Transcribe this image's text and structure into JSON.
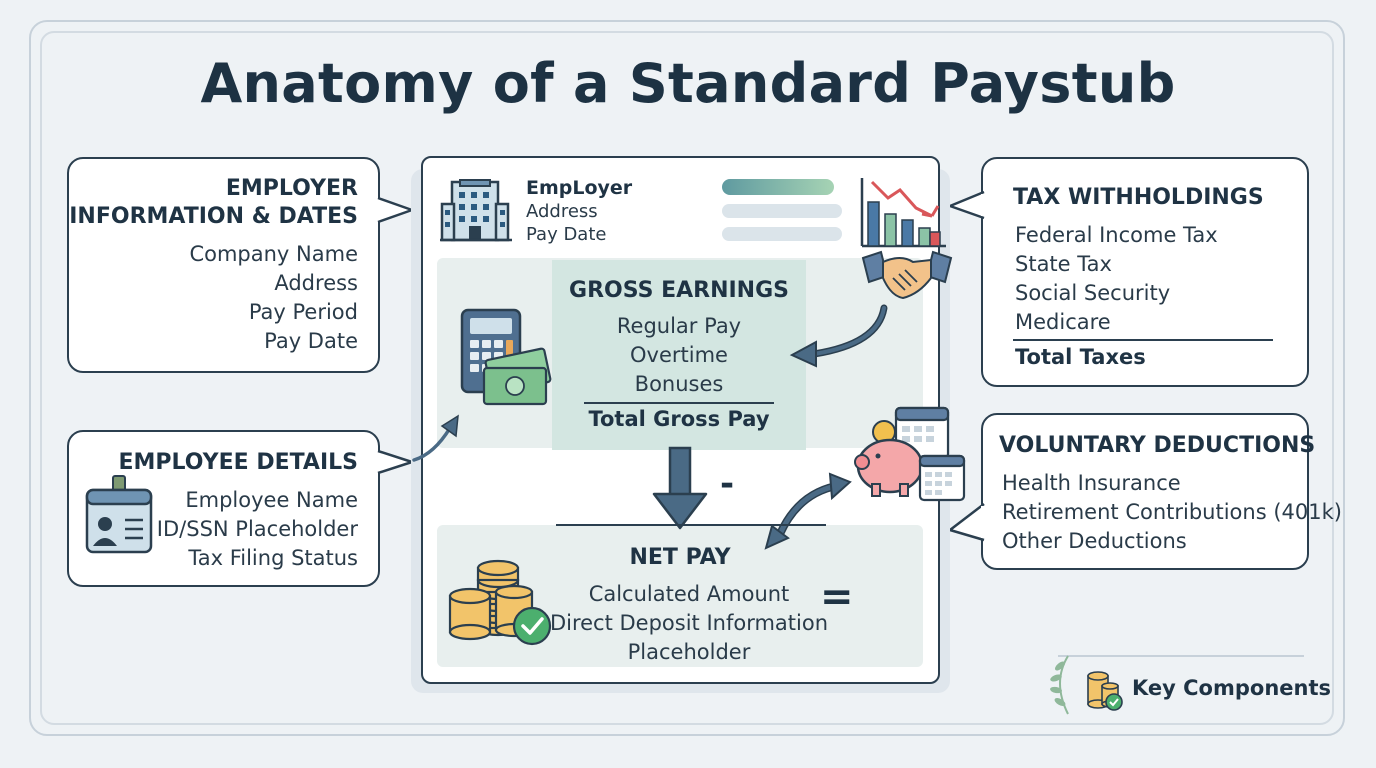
{
  "title": "Anatomy of a Standard Paystub",
  "employer_box": {
    "heading_line1": "EMPLOYER",
    "heading_line2": "INFORMATION & DATES",
    "items": [
      "Company Name",
      "Address",
      "Pay Period",
      "Pay Date"
    ]
  },
  "employee_box": {
    "heading": "EMPLOYEE DETAILS",
    "items": [
      "Employee Name",
      "ID/SSN Placeholder",
      "Tax Filing Status"
    ]
  },
  "tax_box": {
    "heading": "TAX WITHHOLDINGS",
    "items": [
      "Federal Income Tax",
      "State Tax",
      "Social Security",
      "Medicare"
    ],
    "total": "Total Taxes"
  },
  "voluntary_box": {
    "heading": "VOLUNTARY DEDUCTIONS",
    "items": [
      "Health Insurance",
      "Retirement Contributions (401k)",
      "Other Deductions"
    ]
  },
  "paystub": {
    "header_title": "EmpLoyer",
    "header_items": [
      "Address",
      "Pay Date"
    ],
    "gross": {
      "heading": "GROSS EARNINGS",
      "items": [
        "Regular Pay",
        "Overtime",
        "Bonuses"
      ],
      "total": "Total Gross Pay"
    },
    "minus_sign": "-",
    "equals_sign": "=",
    "net": {
      "heading": "NET PAY",
      "items": [
        "Calculated Amount",
        "Direct Deposit Information",
        "Placeholder"
      ]
    }
  },
  "legend": {
    "label": "Key Components"
  },
  "colors": {
    "outline": "#2b3f4f",
    "gross_fill": "#d3e6e1",
    "arrow": "#4a6a85",
    "accent_green": "#4caf6e"
  }
}
